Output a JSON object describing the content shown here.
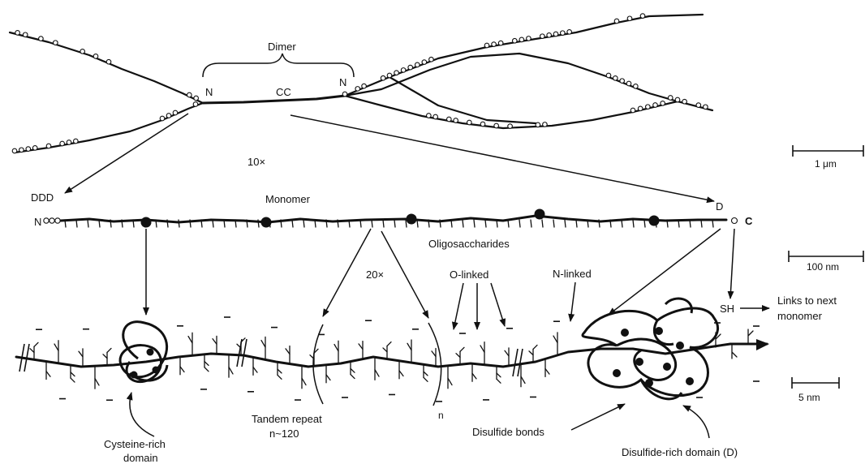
{
  "diagram": {
    "top": {
      "dimer_label": "Dimer",
      "n_left": "N",
      "cc": "CC",
      "n_right": "N",
      "magnification": "10×"
    },
    "middle": {
      "ddd": "DDD",
      "monomer": "Monomer",
      "n_end": "N",
      "d_end": "D",
      "c_end": "C",
      "oligosaccharides": "Oligosaccharides",
      "repeat_factor": "20×"
    },
    "bottom": {
      "o_linked": "O-linked",
      "n_linked": "N-linked",
      "sh": "SH",
      "links_line1": "Links to next",
      "links_line2": "monomer",
      "n_subscript": "n",
      "tandem_line1": "Tandem repeat",
      "tandem_line2": "n~120",
      "cysteine_line1": "Cysteine-rich",
      "cysteine_line2": "domain",
      "disulfide_bonds": "Disulfide bonds",
      "disulfide_domain": "Disulfide-rich domain (D)"
    },
    "scale_bars": {
      "top": "1 μm",
      "middle": "100 nm",
      "bottom": "5 nm"
    }
  }
}
